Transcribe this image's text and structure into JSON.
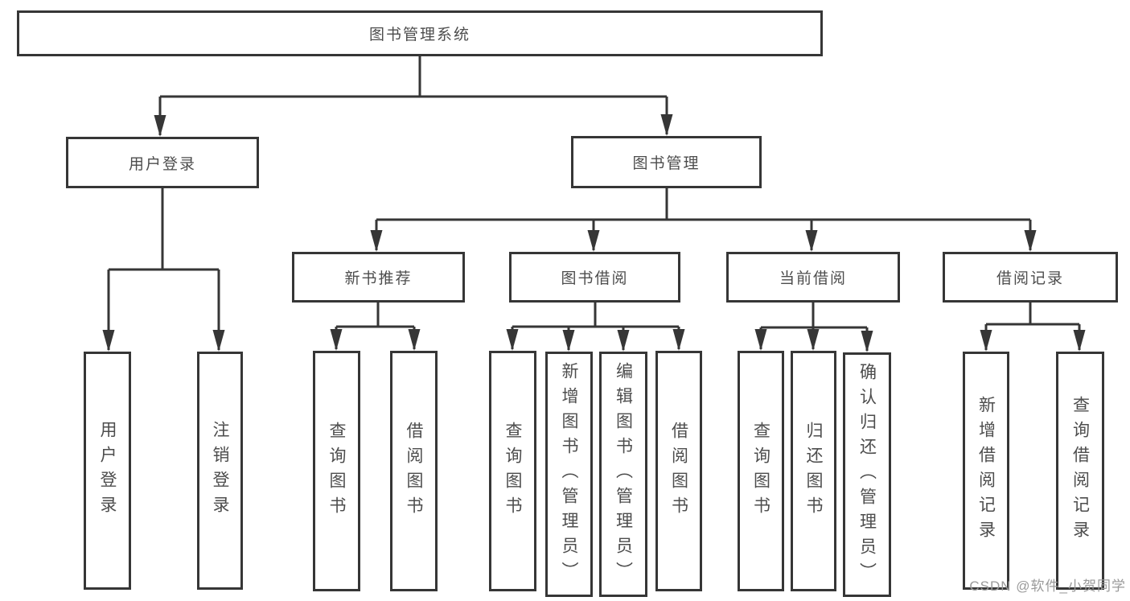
{
  "diagram_title": "图书管理系统",
  "colors": {
    "line": "#363636",
    "box_border": "#363636",
    "text": "#4d4d4d",
    "background": "#ffffff",
    "watermark": "#9a9a9a"
  },
  "tree": {
    "root": {
      "label": "图书管理系统",
      "children": [
        {
          "label": "用户登录",
          "children": [
            {
              "label": "用户登录"
            },
            {
              "label": "注销登录"
            }
          ]
        },
        {
          "label": "图书管理",
          "children": [
            {
              "label": "新书推荐",
              "children": [
                {
                  "label": "查询图书"
                },
                {
                  "label": "借阅图书"
                }
              ]
            },
            {
              "label": "图书借阅",
              "children": [
                {
                  "label": "查询图书"
                },
                {
                  "label": "新增图书（管理员）"
                },
                {
                  "label": "编辑图书（管理员）"
                },
                {
                  "label": "借阅图书"
                }
              ]
            },
            {
              "label": "当前借阅",
              "children": [
                {
                  "label": "查询图书"
                },
                {
                  "label": "归还图书"
                },
                {
                  "label": "确认归还（管理员）"
                }
              ]
            },
            {
              "label": "借阅记录",
              "children": [
                {
                  "label": "新增借阅记录"
                },
                {
                  "label": "查询借阅记录"
                }
              ]
            }
          ]
        }
      ]
    }
  },
  "watermark": {
    "text": "CSDN @软件_小贺同学"
  }
}
